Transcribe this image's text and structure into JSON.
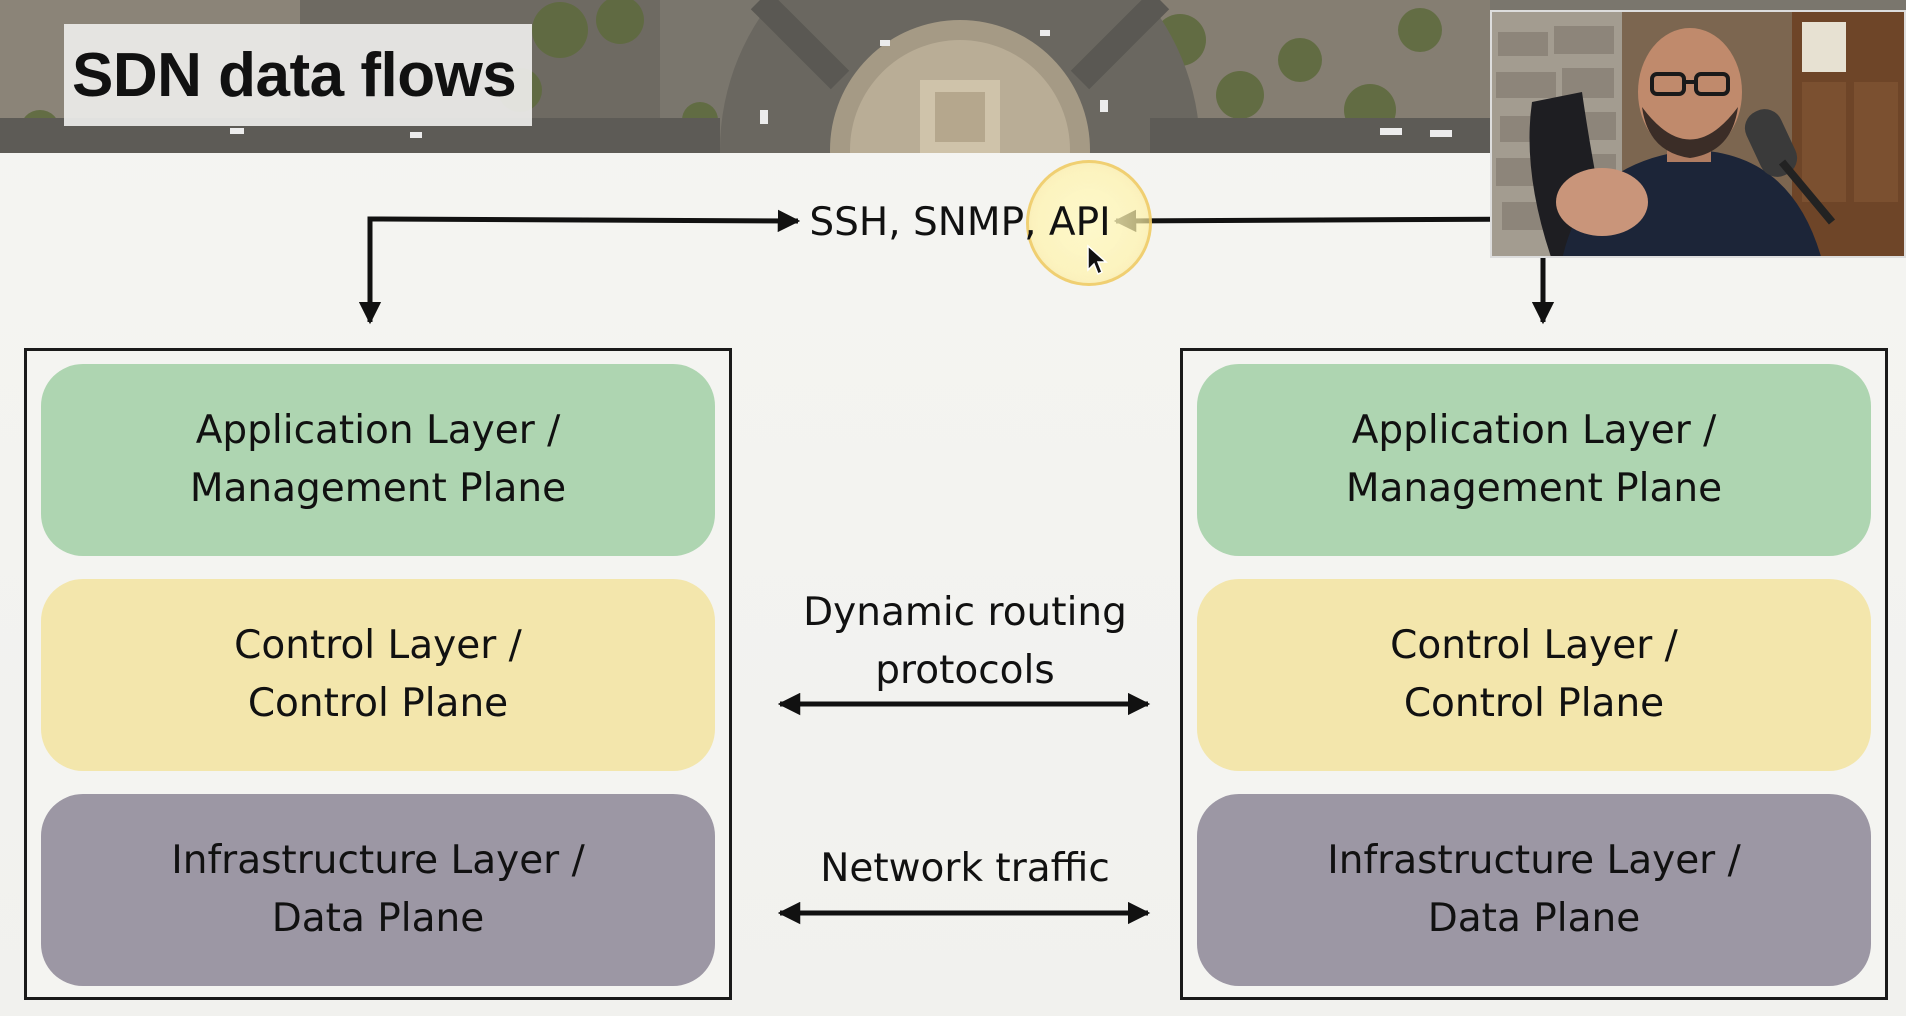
{
  "slide": {
    "title": "SDN data flows"
  },
  "protocols_label": "SSH, SNMP, API",
  "routing_label": "Dynamic routing\nprotocols",
  "traffic_label": "Network traffic",
  "left_stack": {
    "application": "Application Layer /\nManagement Plane",
    "control": "Control Layer /\nControl Plane",
    "infrastructure": "Infrastructure Layer /\nData Plane"
  },
  "right_stack": {
    "application": "Application Layer /\nManagement Plane",
    "control": "Control Layer /\nControl Plane",
    "infrastructure": "Infrastructure Layer /\nData Plane"
  },
  "colors": {
    "application": "#aed5b1",
    "control": "#f3e6ac",
    "infrastructure": "#9c97a4",
    "highlight": "#f7e79a"
  },
  "icons": [
    "cursor-icon",
    "presenter-video"
  ]
}
